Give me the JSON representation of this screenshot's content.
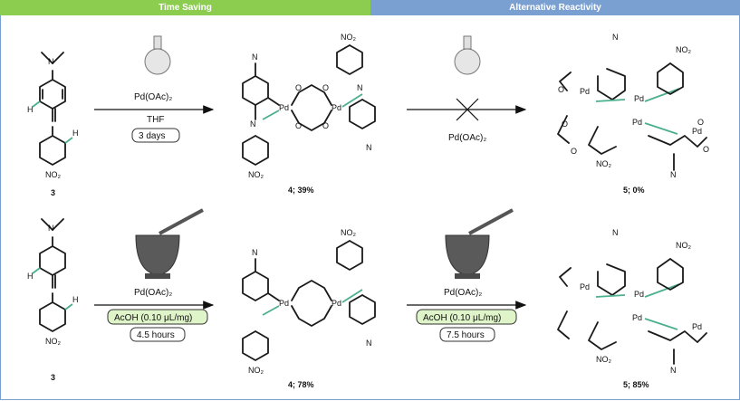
{
  "banners": {
    "left": "Time Saving",
    "right": "Alternative Reactivity"
  },
  "row1": {
    "reagent": "Pd(OAc)₂",
    "solvent": "THF",
    "time": "3 days",
    "reagent2": "Pd(OAc)₂",
    "product4": "4; 39%",
    "product5": "5; 0%"
  },
  "row2": {
    "reagent": "Pd(OAc)₂",
    "additive": "AcOH (0.10 μL/mg)",
    "time1": "4.5 hours",
    "reagent2": "Pd(OAc)₂",
    "additive2": "AcOH (0.10 μL/mg)",
    "time2": "7.5 hours",
    "product4": "4; 78%",
    "product5": "5; 85%"
  },
  "compound_label": "3",
  "atoms": {
    "nme2": "N",
    "no2": "NO₂",
    "pd": "Pd",
    "o": "O",
    "n": "N",
    "h": "H"
  },
  "colors": {
    "green_banner": "#8ccd4f",
    "blue_banner": "#7aa0d2",
    "box_green": "#dff5c9",
    "highlight": "#4caf8f"
  }
}
